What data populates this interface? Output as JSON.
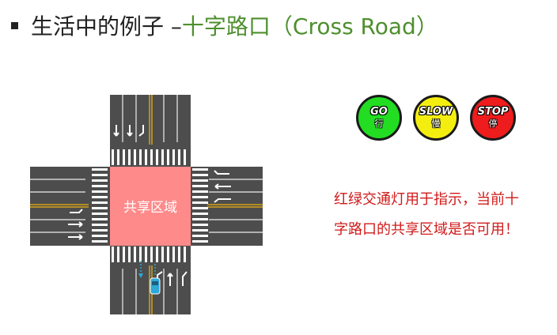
{
  "title": {
    "prefix": "生活中的例子 – ",
    "highlight": "十字路口（Cross Road）"
  },
  "intersection": {
    "center_label": "共享区域",
    "colors": {
      "road": "#4d4d4d",
      "center": "#ff8a8a",
      "lane_line": "#ffffff",
      "median_line": "#d4a21a",
      "car": "#2ea8d8"
    }
  },
  "signals": [
    {
      "text": "GO",
      "subtext": "行",
      "color": "#22dd22"
    },
    {
      "text": "SLOW",
      "subtext": "慢",
      "color": "#f4ee10"
    },
    {
      "text": "STOP",
      "subtext": "停",
      "color": "#ee1c1c"
    }
  ],
  "description": {
    "line1": "红绿交通灯用于指示，当前十",
    "line2": "字路口的共享区域是否可用！"
  }
}
